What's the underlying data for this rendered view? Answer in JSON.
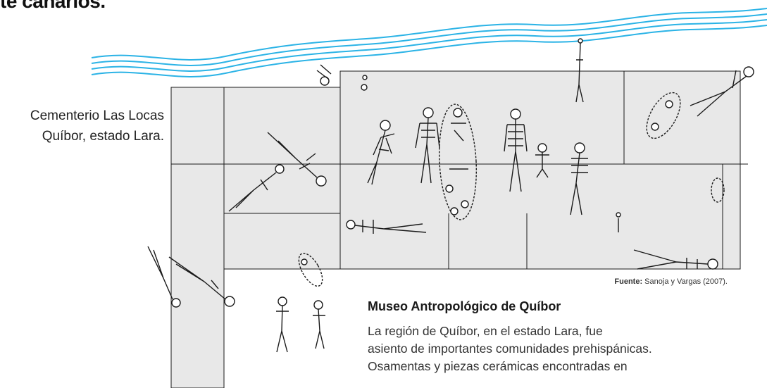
{
  "headline": "te canarios.",
  "location": {
    "line1": "Cementerio Las Locas",
    "line2": "Quíbor, estado Lara."
  },
  "source": {
    "label": "Fuente:",
    "text": " Sanoja y Vargas (2007)."
  },
  "museum": {
    "title": "Museo Antropológico de Quíbor",
    "body": "La región de Quíbor, en el estado Lara, fue\nasiento de importantes comunidades prehispánicas.\nOsamentas y piezas cerámicas encontradas en"
  },
  "colors": {
    "grid_fill": "#e8e8e8",
    "grid_line": "#1a1a1a",
    "water": "#2bb3e6"
  }
}
